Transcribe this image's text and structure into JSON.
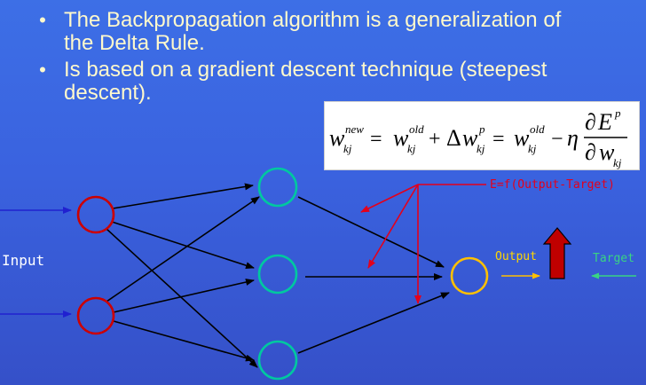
{
  "bullets": [
    {
      "line1": "The Backpropagation algorithm is a generalization of",
      "line2": "the Delta Rule."
    },
    {
      "line1": "Is based on a gradient descent technique (steepest",
      "line2": "descent)."
    }
  ],
  "bullet_symbol": "•",
  "formula": {
    "w": "w",
    "sub_kj": "kj",
    "sup_new": "new",
    "sup_old": "old",
    "sup_p": "p",
    "eq": "=",
    "plus": "+",
    "minus": "−",
    "delta": "Δ",
    "eta": "η",
    "partial": "∂",
    "E": "E",
    "sup_p_E": "p"
  },
  "labels": {
    "input": "Input",
    "output": "Output",
    "target": "Target",
    "error": "E=f(Output-Target)"
  },
  "colors": {
    "background_top": "#3d6fe6",
    "background_bottom": "#3550c8",
    "bullet_text": "#fff9cc",
    "input_neuron": "#cc0000",
    "hidden_neuron": "#00c8a0",
    "output_neuron": "#ffc000",
    "error_arrow": "#e3001b",
    "output_arrow": "#ffc000",
    "target_arrow": "#39d483",
    "big_arrow_fill": "#c00000"
  }
}
